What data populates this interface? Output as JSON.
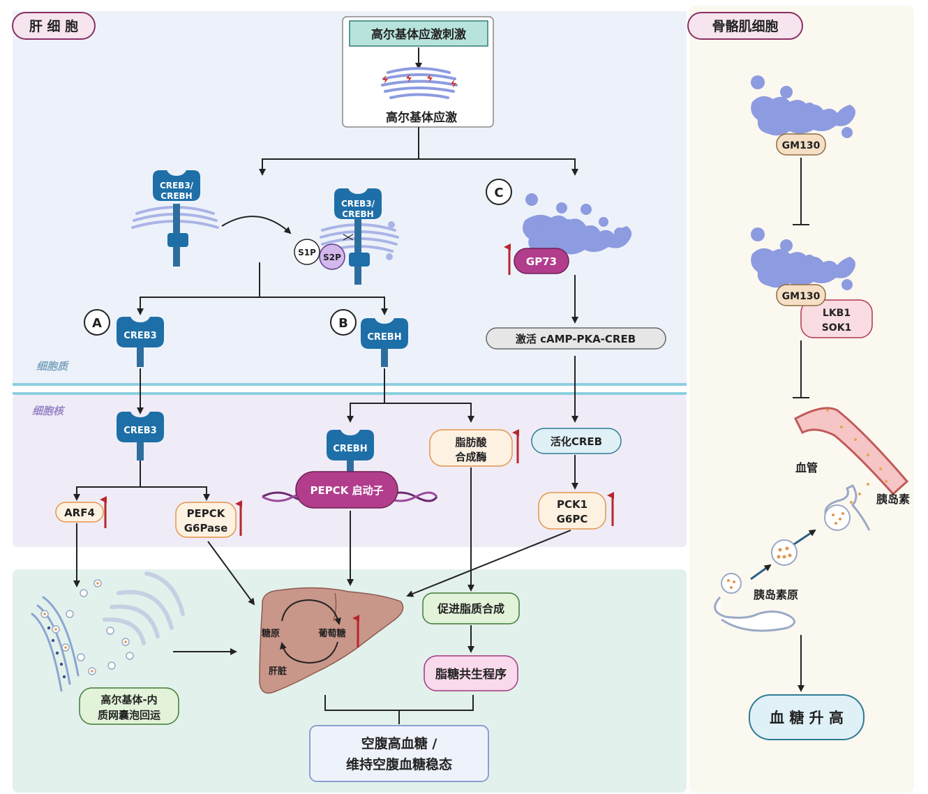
{
  "panels": {
    "liver": "肝 细 胞",
    "muscle": "骨骼肌细胞",
    "cytoplasm": "细胞质",
    "nucleus": "细胞核"
  },
  "top": {
    "stimulus": "高尔基体应激刺激",
    "stress": "高尔基体应激"
  },
  "proteins": {
    "creb3_creBH_line1": "CREB3/",
    "creb3_creBH_line2": "CREBH",
    "s1p": "S1P",
    "s2p": "S2P",
    "creb3": "CREB3",
    "crebh": "CREBH",
    "gp73": "GP73",
    "gm130": "GM130",
    "lkb1": "LKB1",
    "sok1": "SOK1"
  },
  "markers": {
    "a": "A",
    "b": "B",
    "c": "C"
  },
  "pathway_c": {
    "activate": "激活  cAMP-PKA-CREB",
    "active_creb": "活化CREB",
    "pck1": "PCK1",
    "g6pc": "G6PC"
  },
  "pathway_a": {
    "arf4": "ARF4",
    "pepck": "PEPCK",
    "g6pase": "G6Pase",
    "transport_line1": "高尔基体-内",
    "transport_line2": "质网囊泡回运"
  },
  "pathway_b": {
    "promoter": "PEPCK  启动子",
    "fas_line1": "脂肪酸",
    "fas_line2": "合成酶",
    "lipo": "促进脂质合成",
    "coprogram": "脂糖共生程序"
  },
  "liver": {
    "glycogen": "糖原",
    "glucose": "葡萄糖",
    "organ": "肝脏"
  },
  "outcome": {
    "line1": "空腹高血糖 /",
    "line2": "维持空腹血糖稳态"
  },
  "muscle": {
    "vessel": "血管",
    "insulin": "胰岛素",
    "proinsulin": "胰岛素原",
    "result": "血 糖 升 高"
  },
  "colors": {
    "cytoplasm_bg": "#edf2fa",
    "nucleus_bg": "#f0ecf7",
    "liver_zone_bg": "#e3f1ec",
    "muscle_bg": "#fbf8f0",
    "creb_blue": "#1e6fa8",
    "golgi": "#8d9be0",
    "gp73": "#b13d8c",
    "up_arrow": "#b8262a"
  }
}
